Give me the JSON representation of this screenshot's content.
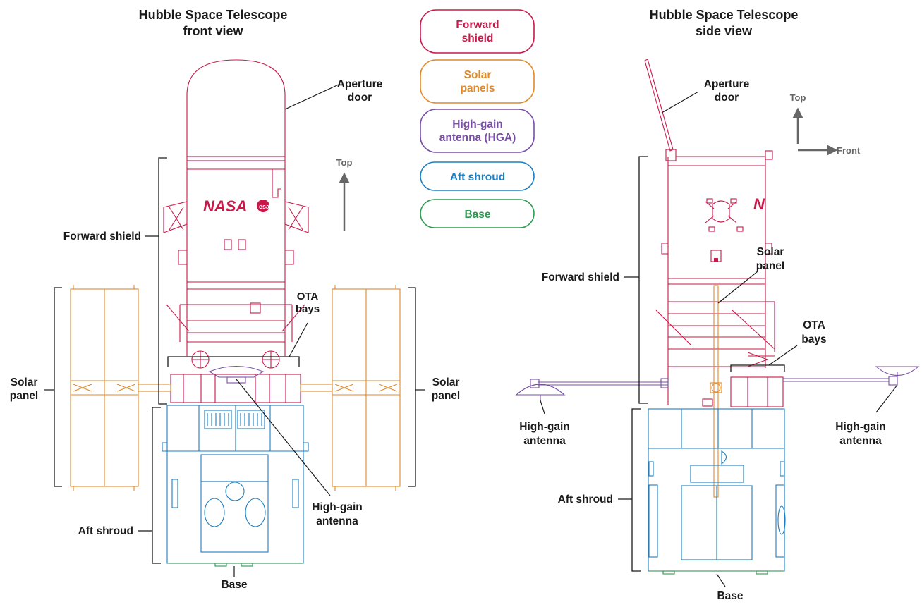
{
  "titles": {
    "front_line1": "Hubble Space Telescope",
    "front_line2": "front view",
    "side_line1": "Hubble Space Telescope",
    "side_line2": "side view"
  },
  "legend": [
    {
      "id": "forward",
      "line1": "Forward",
      "line2": "shield",
      "color": "#c8194a"
    },
    {
      "id": "solar",
      "line1": "Solar",
      "line2": "panels",
      "color": "#e08a2a"
    },
    {
      "id": "hga",
      "line1": "High-gain",
      "line2": "antenna (HGA)",
      "color": "#7a4fa6"
    },
    {
      "id": "aft",
      "line1": "Aft shroud",
      "line2": "",
      "color": "#1d7fc1"
    },
    {
      "id": "base",
      "line1": "Base",
      "line2": "",
      "color": "#2f9a4f"
    }
  ],
  "front": {
    "aperture_door": [
      "Aperture",
      "door"
    ],
    "forward_shield": "Forward shield",
    "solar_panel_left": [
      "Solar",
      "panel"
    ],
    "solar_panel_right": [
      "Solar",
      "panel"
    ],
    "ota_bays": [
      "OTA",
      "bays"
    ],
    "high_gain_antenna": [
      "High-gain",
      "antenna"
    ],
    "aft_shroud": "Aft shroud",
    "base": "Base",
    "nasa_logo": "NASA",
    "esa_logo": "esa",
    "top_arrow": "Top"
  },
  "side": {
    "aperture_door": [
      "Aperture",
      "door"
    ],
    "forward_shield": "Forward shield",
    "solar_panel": [
      "Solar",
      "panel"
    ],
    "ota_bays": [
      "OTA",
      "bays"
    ],
    "hga_left": [
      "High-gain",
      "antenna"
    ],
    "hga_right": [
      "High-gain",
      "antenna"
    ],
    "aft_shroud": "Aft shroud",
    "base": "Base",
    "nasa_logo_partial": "N",
    "top_arrow": "Top",
    "front_arrow": "Front"
  }
}
